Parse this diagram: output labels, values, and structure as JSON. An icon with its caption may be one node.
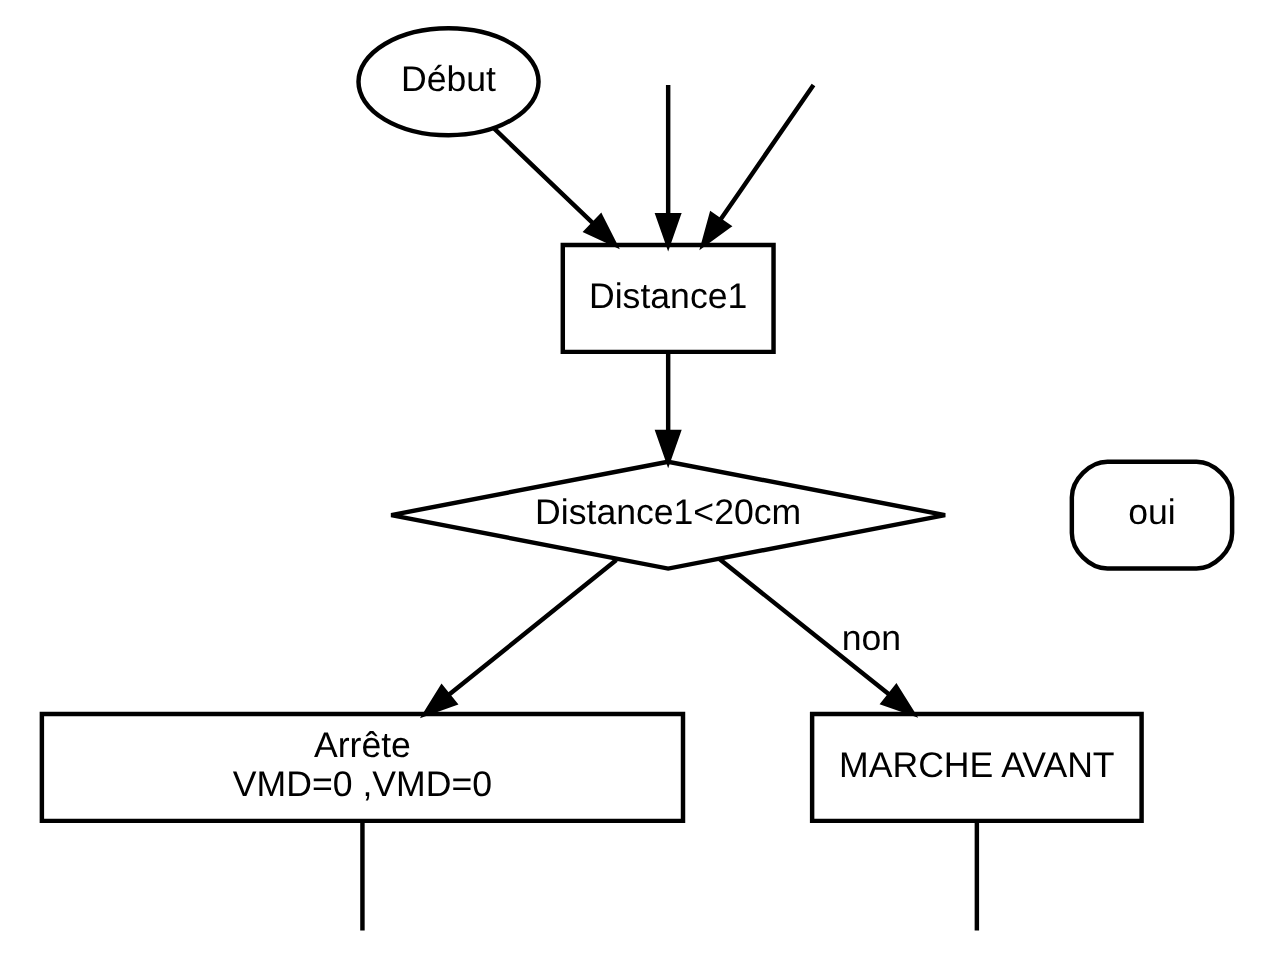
{
  "diagram": {
    "nodes": [
      {
        "text": [
          "Début"
        ]
      },
      {
        "text": [
          "Distance1"
        ]
      },
      {
        "text": [
          "Distance1<20cm"
        ]
      },
      {
        "text": [
          "oui"
        ]
      },
      {
        "text": [
          "Arrête",
          "VMD=0 ,VMD=0"
        ]
      },
      {
        "text": [
          "MARCHE AVANT"
        ]
      }
    ],
    "edges": [
      {
        "from": 0,
        "to": 1,
        "arrow": "to"
      },
      {
        "from": null,
        "to": 1,
        "arrow": "to"
      },
      {
        "from": null,
        "to": 1,
        "arrow": "to"
      },
      {
        "from": 1,
        "to": 2,
        "arrow": "to"
      },
      {
        "from": 2,
        "to": 4,
        "arrow": "to"
      },
      {
        "from": 2,
        "to": 5,
        "label": "non",
        "arrow": "to"
      },
      {
        "from": 5,
        "to": null,
        "arrow": "none"
      },
      {
        "from": 4,
        "to": null,
        "arrow": "none"
      }
    ]
  }
}
